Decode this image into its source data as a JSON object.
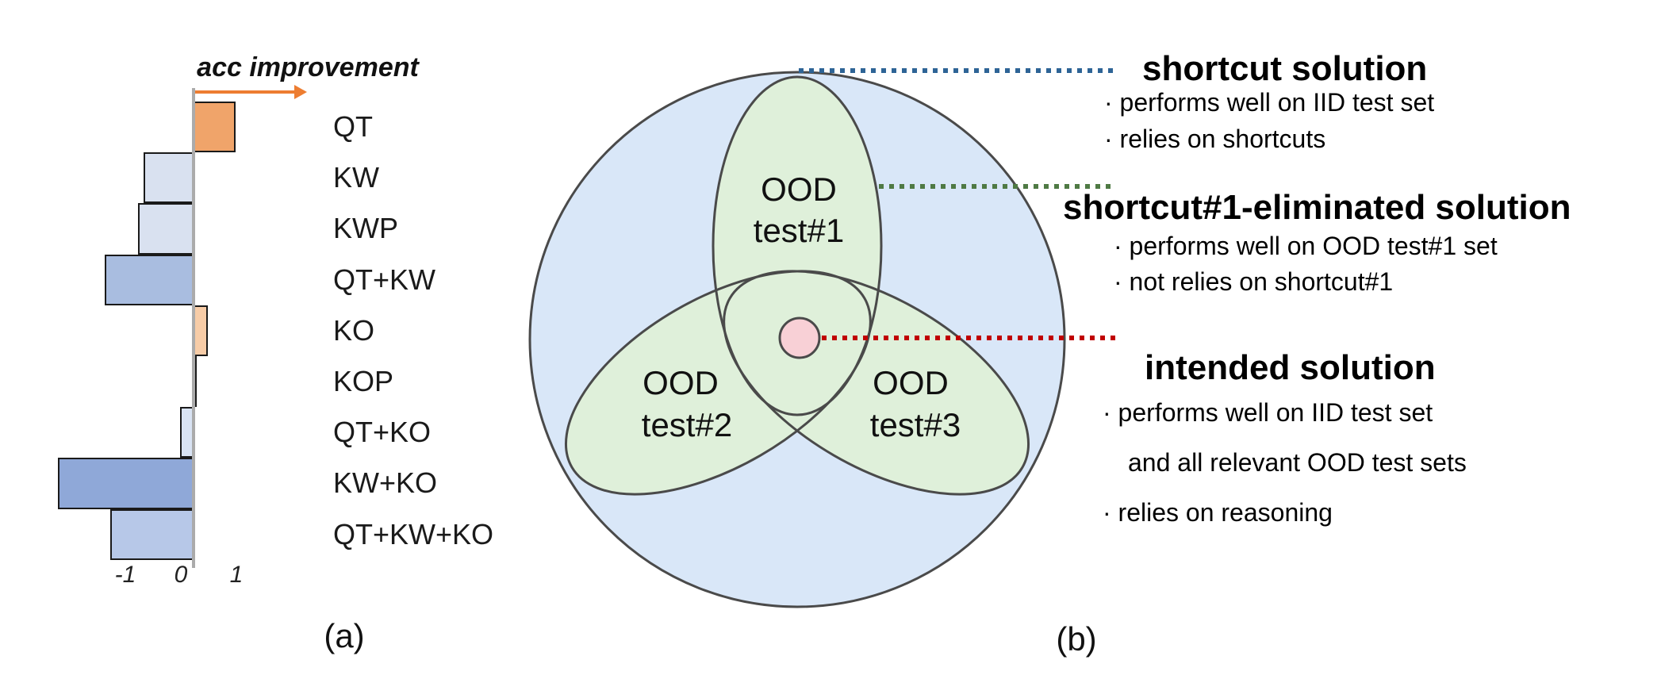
{
  "figure": {
    "caption_a": "(a)",
    "caption_b": "(b)"
  },
  "chart_data": {
    "type": "bar",
    "orientation": "horizontal",
    "title": "acc improvement",
    "categories": [
      "QT",
      "KW",
      "KWP",
      "QT+KW",
      "KO",
      "KOP",
      "QT+KO",
      "KW+KO",
      "QT+KW+KO"
    ],
    "values": [
      0.75,
      -0.9,
      -1.0,
      -1.6,
      0.25,
      0.05,
      -0.25,
      -2.45,
      -1.5
    ],
    "bar_colors": [
      "#F0A46A",
      "#D9E1F0",
      "#D9E1F0",
      "#A9BDE0",
      "#F7CCA7",
      "#F8DCC2",
      "#D9E3F3",
      "#8FA8D8",
      "#B7C8E8"
    ],
    "bar_border_color": "#1a1a1a",
    "xticks": [
      "-1",
      "0",
      "1"
    ],
    "xtick_values": [
      -1,
      0,
      1
    ],
    "xlim": [
      -2.9,
      2.0
    ],
    "grid": false,
    "axis_color": "#ABABAB",
    "arrow_color": "#ED7D31",
    "ylabel": "",
    "xlabel": "acc improvement"
  },
  "venn": {
    "outer_fill": "#D9E7F8",
    "ellipse_fill": "#DFF0DA",
    "stroke": "#4A4A4A",
    "center_fill": "#F8D0D6",
    "sets": [
      {
        "line1": "OOD",
        "line2": "test#1"
      },
      {
        "line1": "OOD",
        "line2": "test#2"
      },
      {
        "line1": "OOD",
        "line2": "test#3"
      }
    ]
  },
  "annotations": [
    {
      "title": "shortcut solution",
      "color": "#2E6496",
      "lines": [
        "· performs well on IID test set",
        "· relies on shortcuts"
      ]
    },
    {
      "title": "shortcut#1-eliminated solution",
      "color": "#4F7A44",
      "lines": [
        "· performs well on OOD test#1 set",
        "· not relies on shortcut#1"
      ]
    },
    {
      "title": "intended solution",
      "color": "#C00000",
      "lines": [
        "· performs well on IID test set",
        "and all relevant OOD test sets",
        "· relies on reasoning"
      ]
    }
  ]
}
